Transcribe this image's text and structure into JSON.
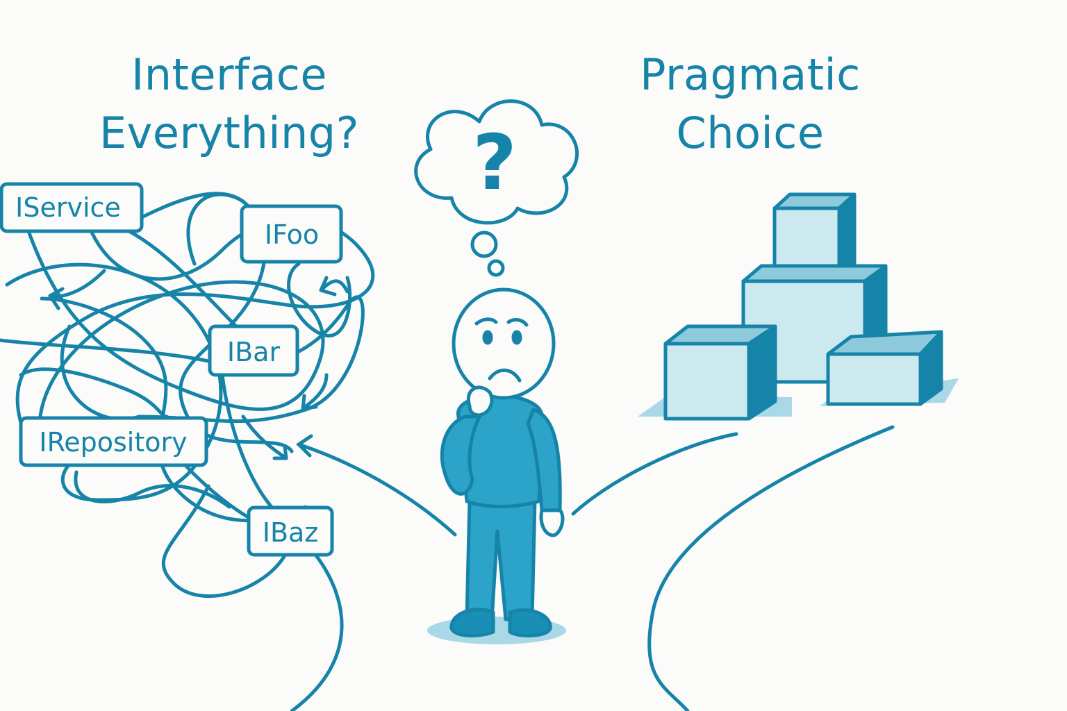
{
  "left_heading": {
    "line1": "Interface",
    "line2": "Everything?"
  },
  "right_heading": {
    "line1": "Pragmatic",
    "line2": "Choice"
  },
  "interface_tags": {
    "iservice": "IService",
    "ifoo": "IFoo",
    "ibar": "IBar",
    "irepository": "IRepository",
    "ibaz": "IBaz"
  },
  "thought_bubble": {
    "symbol": "?"
  },
  "colors": {
    "stroke": "#1683a8",
    "figure_fill": "#2ca3c8",
    "cube_front": "#cde9f0",
    "cube_top": "#8dcadb",
    "cube_side": "#1683a8",
    "shadow": "#a9d8e6",
    "background": "#fbfbf9"
  }
}
